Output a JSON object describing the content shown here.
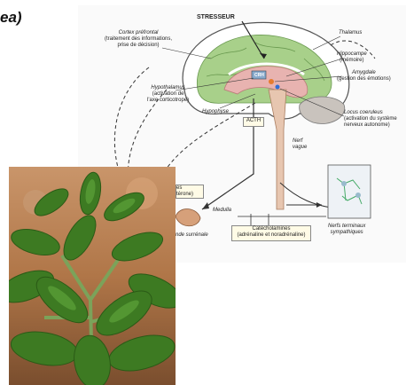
{
  "title_fragment": "ea)",
  "diagram": {
    "stresseur": "STRESSEUR",
    "cortex_prefrontal": [
      "Cortex préfrontal",
      "(traitement des informations,",
      "prise de décision)"
    ],
    "thalamus": "Thalamus",
    "hippocampe": [
      "Hippocampe",
      "(mémoire)"
    ],
    "crh": "CRH",
    "amygdale": [
      "Amygdale",
      "(gestion des émotions)"
    ],
    "hypothalamus": [
      "Hypothalamus",
      "(activation de",
      "l'axe corticotrope)"
    ],
    "locus": [
      "Locus coeruleus",
      "(activation du système",
      "nerveux autonome)"
    ],
    "hypophyse": "Hypophyse",
    "acth": "ACTH",
    "nerf_vague": [
      "Nerf",
      "vague"
    ],
    "cortisol_frag": [
      "es",
      "térone)"
    ],
    "medulla": "Medulla",
    "surrenale": "nde surrénale",
    "catecholamines": [
      "Catécholamines",
      "(adrénaline et noradrénaline)"
    ],
    "nerfs": [
      "Nerfs terminaux",
      "sympathiques"
    ]
  },
  "colors": {
    "brain_green": "#a8d08a",
    "limbic_pink": "#e8b3b0",
    "stem_tan": "#e7c6b0",
    "leaf": "#3d7a22"
  }
}
